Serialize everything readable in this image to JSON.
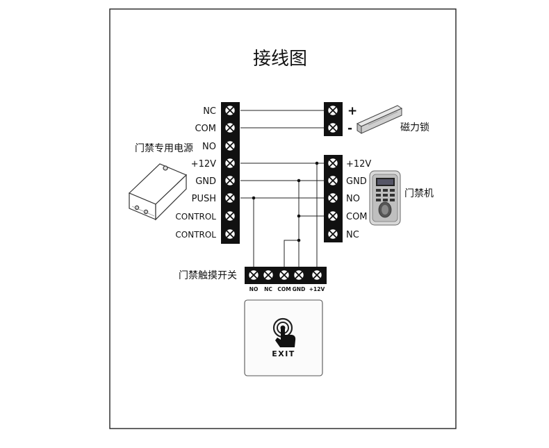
{
  "title": "接线图",
  "power_supply": {
    "label": "门禁专用电源",
    "terminals": [
      "NC",
      "COM",
      "NO",
      "+12V",
      "GND",
      "PUSH",
      "CONTROL",
      "CONTROL"
    ]
  },
  "magnetic_lock": {
    "label": "磁力锁",
    "terminals": [
      "+",
      "-"
    ]
  },
  "access_controller": {
    "label": "门禁机",
    "terminals": [
      "+12V",
      "GND",
      "NO",
      "COM",
      "NC"
    ]
  },
  "exit_switch": {
    "label": "门禁触摸开关",
    "terminals": [
      "NO",
      "NC",
      "COM",
      "GND",
      "+12V"
    ],
    "button_text": "EXIT"
  }
}
